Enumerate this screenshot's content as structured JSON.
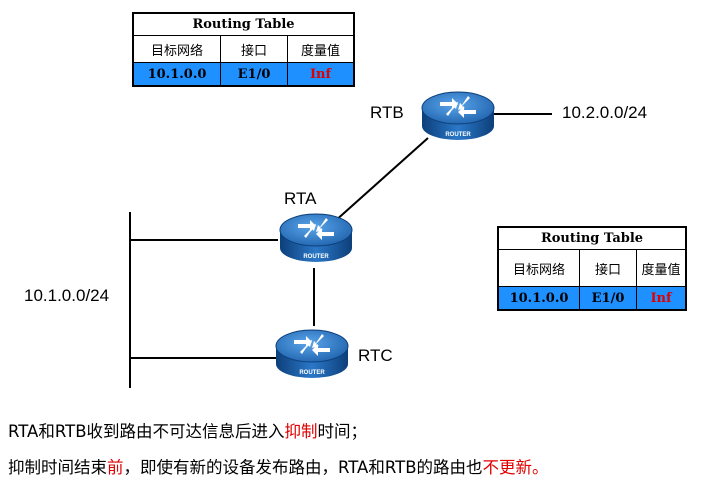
{
  "tables": [
    {
      "title": "Routing Table",
      "headers": [
        "目标网络",
        "接口",
        "度量值"
      ],
      "row": [
        "10.1.0.0",
        "E1/0",
        "Inf"
      ]
    },
    {
      "title": "Routing Table",
      "headers": [
        "目标网络",
        "接口",
        "度量值"
      ],
      "row": [
        "10.1.0.0",
        "E1/0",
        "Inf"
      ]
    }
  ],
  "routers": {
    "rta": {
      "name": "RTA",
      "badge": "ROUTER"
    },
    "rtb": {
      "name": "RTB",
      "badge": "ROUTER"
    },
    "rtc": {
      "name": "RTC",
      "badge": "ROUTER"
    }
  },
  "networks": {
    "right": "10.2.0.0/24",
    "left": "10.1.0.0/24"
  },
  "captions": {
    "line1": {
      "a": "RTA和RTB收到路由不可达信息后进入",
      "red": "抑制",
      "b": "时间；"
    },
    "line2": {
      "a": "抑制时间结束",
      "red1": "前",
      "b": "，即使有新的设备发布路由，RTA和RTB的路由也",
      "red2": "不更新。"
    }
  },
  "colors": {
    "accent_blue": "#1e90ff",
    "inf_red": "#e00000",
    "router_blue": "#1f5fa8"
  }
}
